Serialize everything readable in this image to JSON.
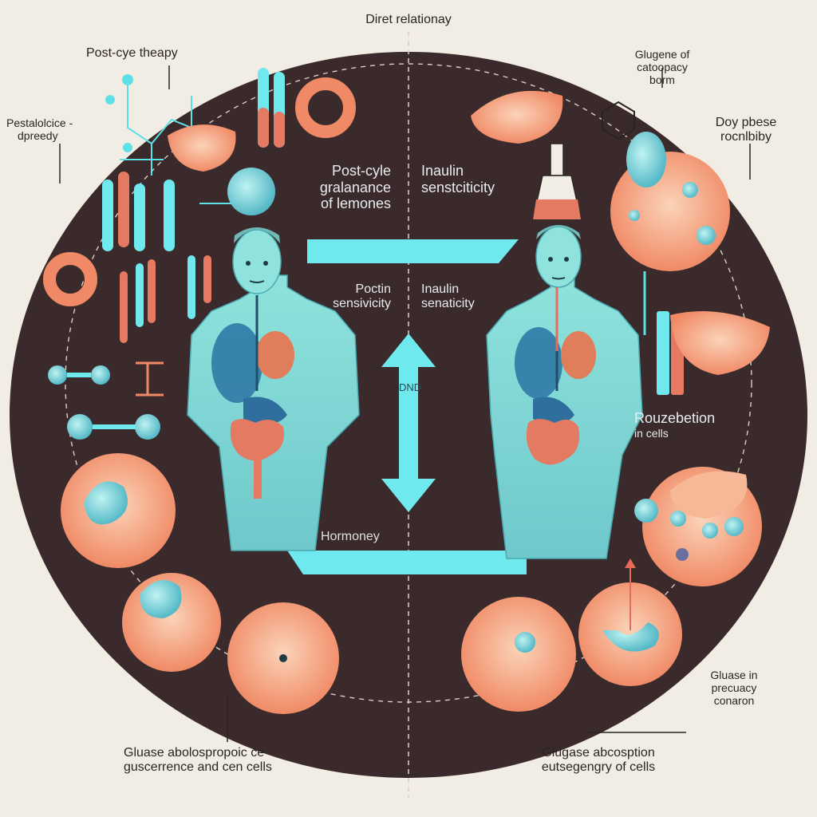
{
  "labels": {
    "top_title": "Diret relationay",
    "top_left": "Post-cye theapy",
    "left_side": [
      "Pestalolcice -",
      "dpreedy"
    ],
    "top_right": [
      "Glugene of",
      "catoopacy",
      "borm"
    ],
    "right_upper": [
      "Doy pbese",
      "rocnlbiby"
    ],
    "center_left_upper": [
      "Post-cyle",
      "gralanance",
      "of lemones"
    ],
    "center_right_upper": [
      "Inaulin",
      "senstciticity"
    ],
    "center_left_mid": [
      "Poctin",
      "sensivicity"
    ],
    "center_right_mid": [
      "Inaulin",
      "senaticity"
    ],
    "arrow_text": "DND",
    "right_mid": [
      "Rouzebetion",
      "in cells"
    ],
    "harmony": "Hormoney",
    "right_lower": [
      "Gluase in",
      "precuacy",
      "conaron"
    ],
    "bottom_left": [
      "Gluase abolospropoic ce",
      "guscerrence and cen cells"
    ],
    "bottom_right": [
      "Glugase abcosption",
      "eutsegengry of cells"
    ]
  },
  "colors": {
    "background": "#f2ede4",
    "oval": "#3a2a2b",
    "body": "#7fd8d0",
    "cyan": "#5fe0e6",
    "peach": "#f4a07a",
    "coral": "#f28a68",
    "blue_organ": "#2f6f9e",
    "text": "#2a2420"
  }
}
